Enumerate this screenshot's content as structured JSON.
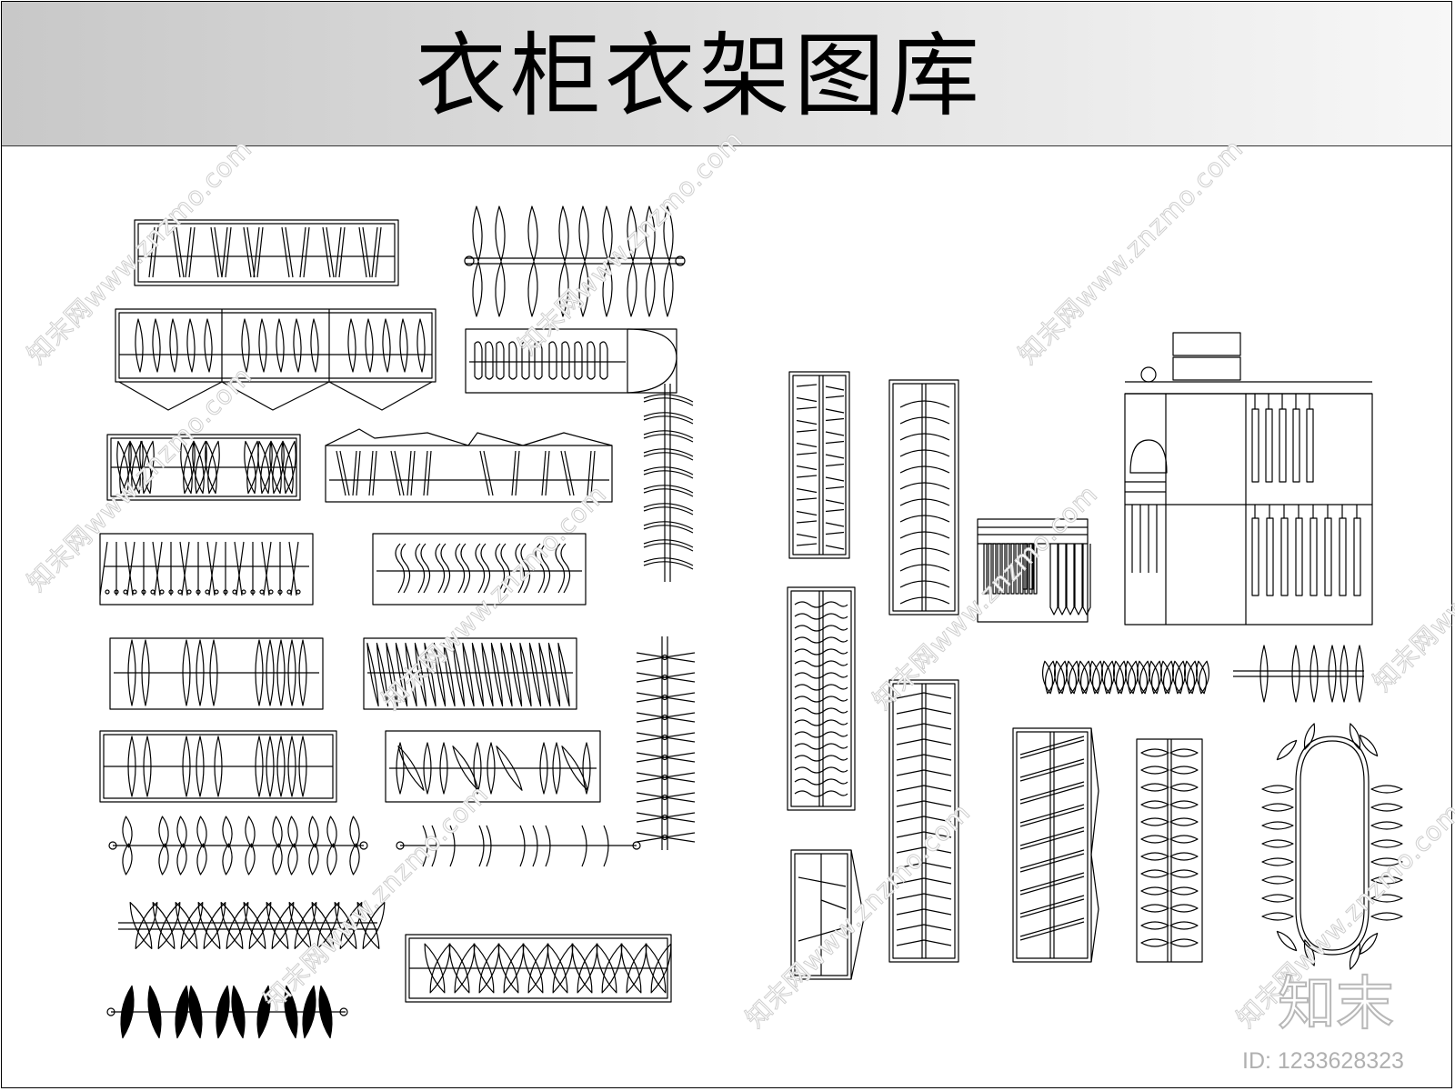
{
  "title": "衣柜衣架图库",
  "watermark": {
    "text": "知末网www.znzmo.com",
    "logo": "知末",
    "id_label": "ID: 1233628323"
  },
  "colors": {
    "header_gradient_start": "#c8c8c8",
    "header_gradient_end": "#f7f7f7",
    "line": "#000000",
    "watermark": "#cfcfcf"
  }
}
